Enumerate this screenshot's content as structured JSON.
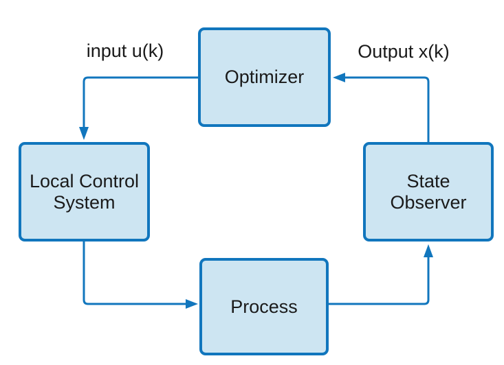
{
  "diagram": {
    "type": "flowchart",
    "colors": {
      "background": "#ffffff",
      "accent": "#1176bd",
      "node_fill": "#cde5f2",
      "text": "#1a1a1a"
    },
    "nodes": [
      {
        "id": "optimizer",
        "label": "Optimizer"
      },
      {
        "id": "local-control-system",
        "label": "Local Control\nSystem"
      },
      {
        "id": "state-observer",
        "label": "State\nObserver"
      },
      {
        "id": "process",
        "label": "Process"
      }
    ],
    "edges": [
      {
        "from": "optimizer",
        "to": "local-control-system",
        "label": "input u(k)"
      },
      {
        "from": "local-control-system",
        "to": "process",
        "label": ""
      },
      {
        "from": "process",
        "to": "state-observer",
        "label": ""
      },
      {
        "from": "state-observer",
        "to": "optimizer",
        "label": "Output x(k)"
      }
    ]
  }
}
